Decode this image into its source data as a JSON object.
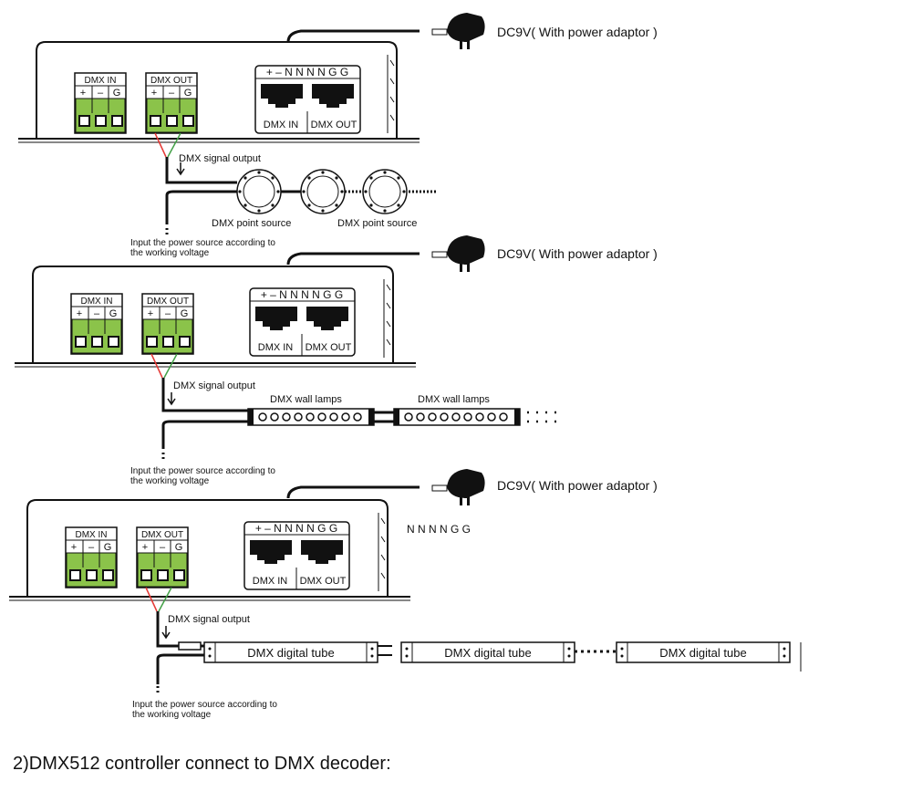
{
  "power_label": "DC9V( With power adaptor )",
  "dmx_in_block": {
    "title": "DMX  IN",
    "pins": [
      "+",
      "–",
      "G"
    ]
  },
  "dmx_out_block": {
    "title": "DMX  OUT",
    "pins": [
      "+",
      "–",
      "G"
    ]
  },
  "rj45_block": {
    "pins": "+ – N N N N G G",
    "in_label": "DMX   IN",
    "out_label": "DMX  OUT"
  },
  "signal_output_label": "DMX signal output",
  "input_power_label": [
    "Input the power source according to",
    "the working voltage"
  ],
  "section1": {
    "device_label": "DMX point source"
  },
  "section2": {
    "device_label": "DMX wall lamps"
  },
  "section3": {
    "device_label": "DMX digital tube",
    "side_pins_label": "N N N N G G"
  },
  "caption": "2)DMX512 controller connect to DMX decoder:",
  "colors": {
    "terminal_green": "#8bc34a",
    "wire_red": "#e53935",
    "wire_green": "#43a047",
    "line": "#111111"
  }
}
